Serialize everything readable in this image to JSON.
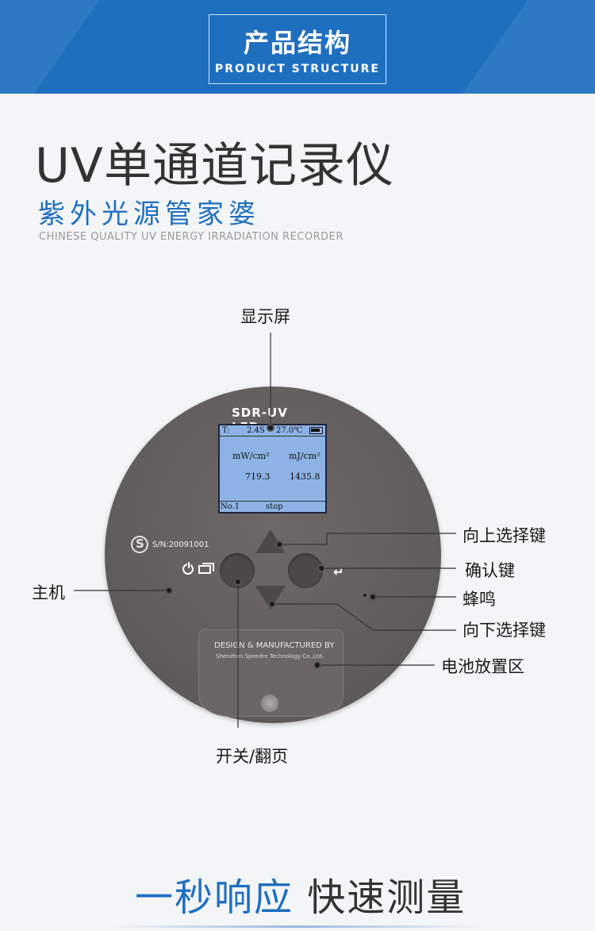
{
  "banner": {
    "title_cn": "产品结构",
    "title_en": "PRODUCT STRUCTURE",
    "color": "#1f6fc0"
  },
  "heading": {
    "main": "UV单通道记录仪",
    "sub": "紫外光源管家婆",
    "en": "CHINESE QUALITY UV ENERGY IRRADIATION RECORDER"
  },
  "device": {
    "model": "SDR-UV LED",
    "serial": "S/N:20091001",
    "screen": {
      "t_label": "T:",
      "time": "2.4S",
      "temp": "27.0℃",
      "col1_unit": "mW/cm²",
      "col2_unit": "mJ/cm²",
      "col1_value": "719.3",
      "col2_value": "1435.8",
      "channel": "No.1",
      "status": "stop"
    },
    "battery_cover_line1": "DESIGN & MANUFACTURED BY",
    "battery_cover_line2": "Shenzhen Speedre Technology Co.,Ltd."
  },
  "callouts": {
    "display": "显示屏",
    "up_key": "向上选择键",
    "confirm_key": "确认键",
    "main_unit": "主机",
    "buzzer": "蜂鸣",
    "down_key": "向下选择键",
    "battery_area": "电池放置区",
    "power_page": "开关/翻页"
  },
  "footer": {
    "blue_text": "一秒响应",
    "dark_text": "快速测量"
  }
}
